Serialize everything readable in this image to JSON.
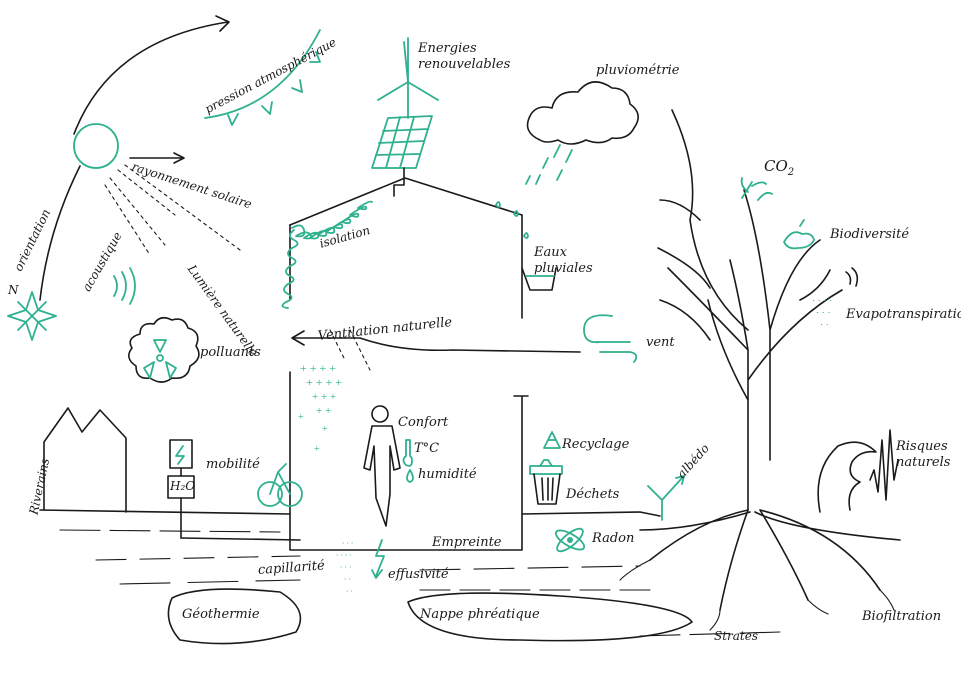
{
  "colors": {
    "ink": "#1a1a1a",
    "accent": "#2fb08f",
    "paper": "#ffffff"
  },
  "labels": {
    "energies": "Energies",
    "renouvelables": "renouvelables",
    "pluviometrie": "pluviométrie",
    "pression": "pression atmosphérique",
    "rayonnement": "rayonnement solaire",
    "orientation": "orientation",
    "north": "N",
    "acoustique": "acoustique",
    "lumiere": "Lumière naturelle",
    "isolation": "isolation",
    "eaux": "Eaux",
    "pluviales": "pluviales",
    "co2": "CO",
    "co2_sub": "2",
    "biodiversite": "Biodiversité",
    "evapotranspiration": "Evapotranspiration",
    "ventilation": "Ventilation naturelle",
    "vent": "vent",
    "polluants": "polluants",
    "confort": "Confort",
    "temperature": "T°C",
    "humidite": "humidité",
    "recyclage": "Recyclage",
    "albedo": "albédo",
    "risques": "Risques",
    "naturels": "naturels",
    "riverains": "Riverains",
    "mobilite": "mobilité",
    "h2o": "H₂O",
    "dechets": "Déchets",
    "radon": "Radon",
    "empreinte": "Empreinte",
    "capillarite": "capillarité",
    "effusivite": "effusivité",
    "geothermie": "Géothermie",
    "nappe": "Nappe phréatique",
    "strates": "Strates",
    "biofiltration": "Biofiltration"
  },
  "icons": [
    "sun-icon",
    "wind-turbine-icon",
    "solar-panel-icon",
    "cloud-icon",
    "compass-rose-icon",
    "radiation-icon",
    "person-icon",
    "thermometer-icon",
    "droplet-icon",
    "recycle-icon",
    "trash-bin-icon",
    "bicycle-icon",
    "atom-icon",
    "bird-icon",
    "wave-icon",
    "sprout-icon"
  ]
}
